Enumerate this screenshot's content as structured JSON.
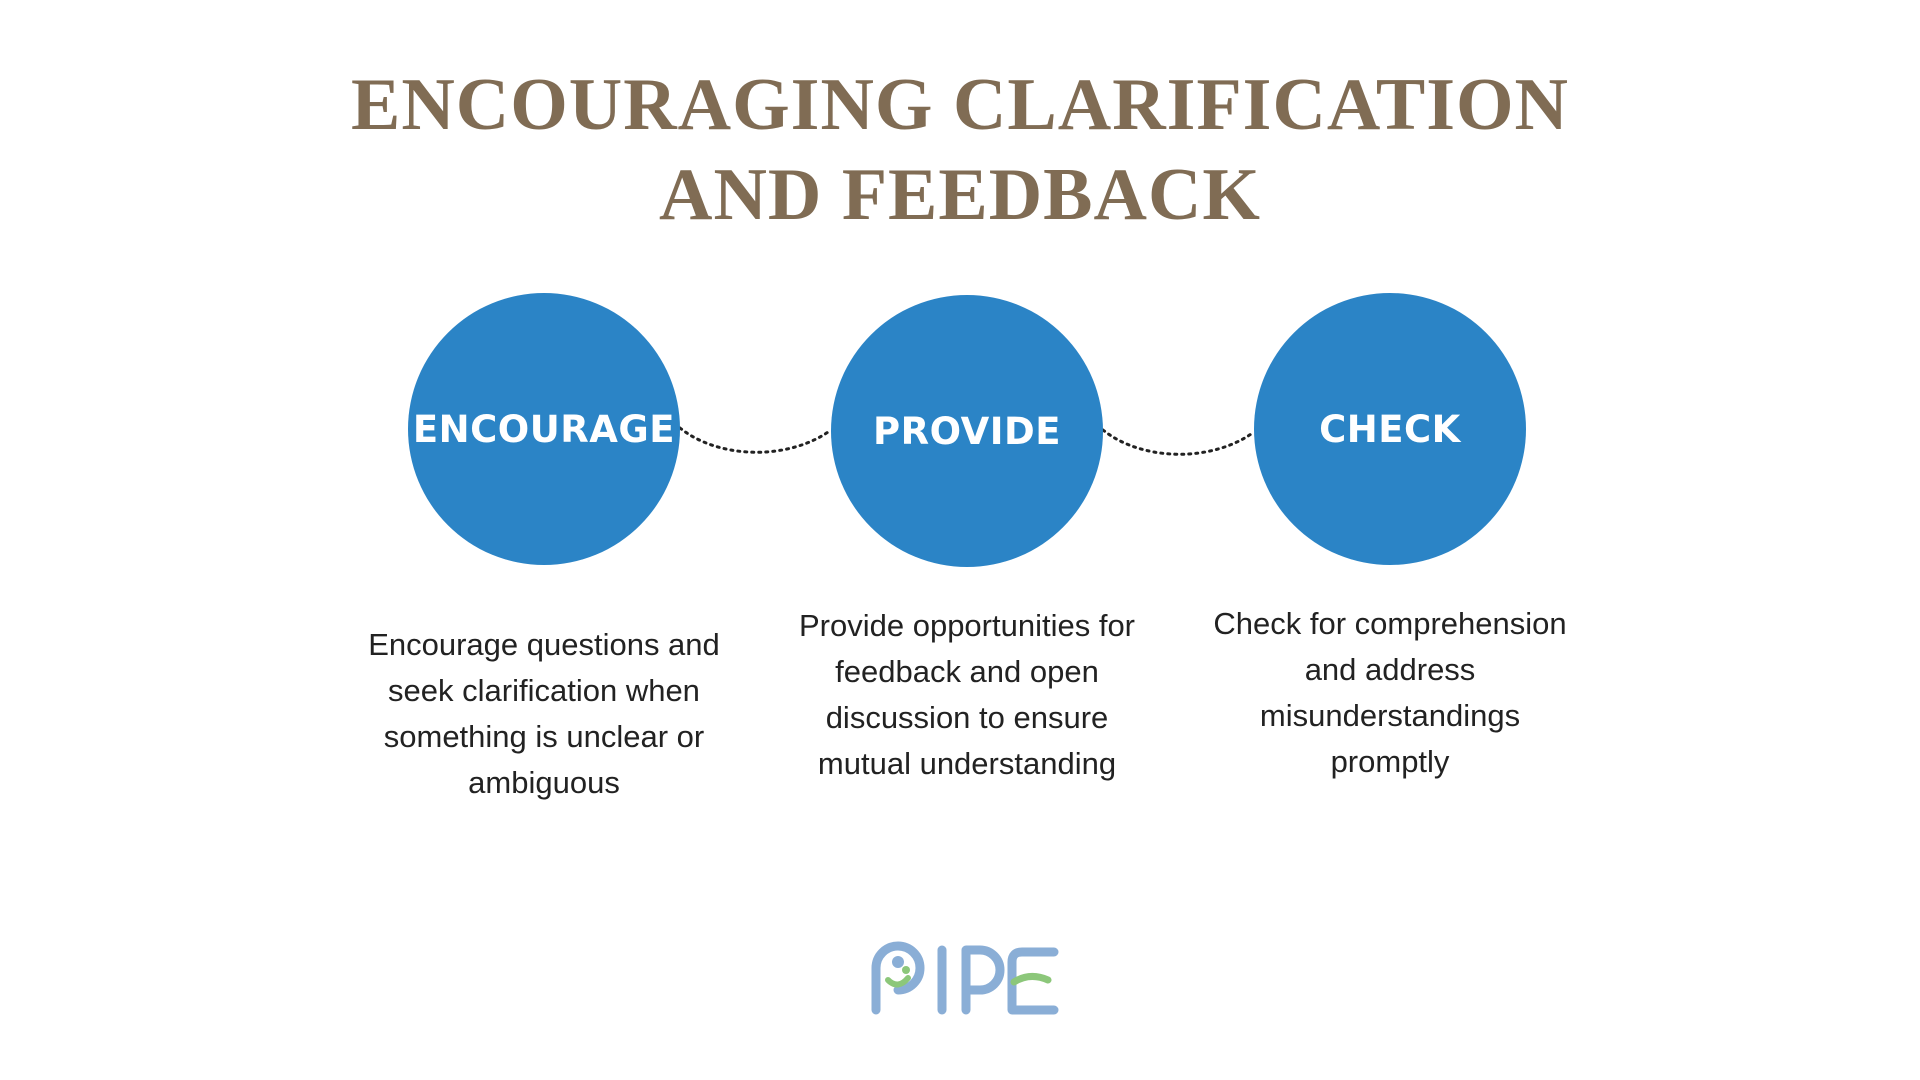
{
  "title": {
    "line1": "ENCOURAGING CLARIFICATION",
    "line2": "AND FEEDBACK"
  },
  "steps": [
    {
      "label": "ENCOURAGE",
      "description": "Encourage questions and seek clarification when something is unclear or ambiguous"
    },
    {
      "label": "PROVIDE",
      "description": "Provide opportunities for feedback and open discussion to ensure mutual understanding"
    },
    {
      "label": "CHECK",
      "description": "Check for comprehension and address misunderstandings promptly"
    }
  ],
  "logo": {
    "text": "PIPE"
  },
  "colors": {
    "title": "#806c54",
    "circle": "#2b84c6",
    "circle_text": "#ffffff",
    "description": "#222222",
    "connector": "#222222",
    "logo_blue": "#8aaed6",
    "logo_green": "#8cc77a"
  }
}
